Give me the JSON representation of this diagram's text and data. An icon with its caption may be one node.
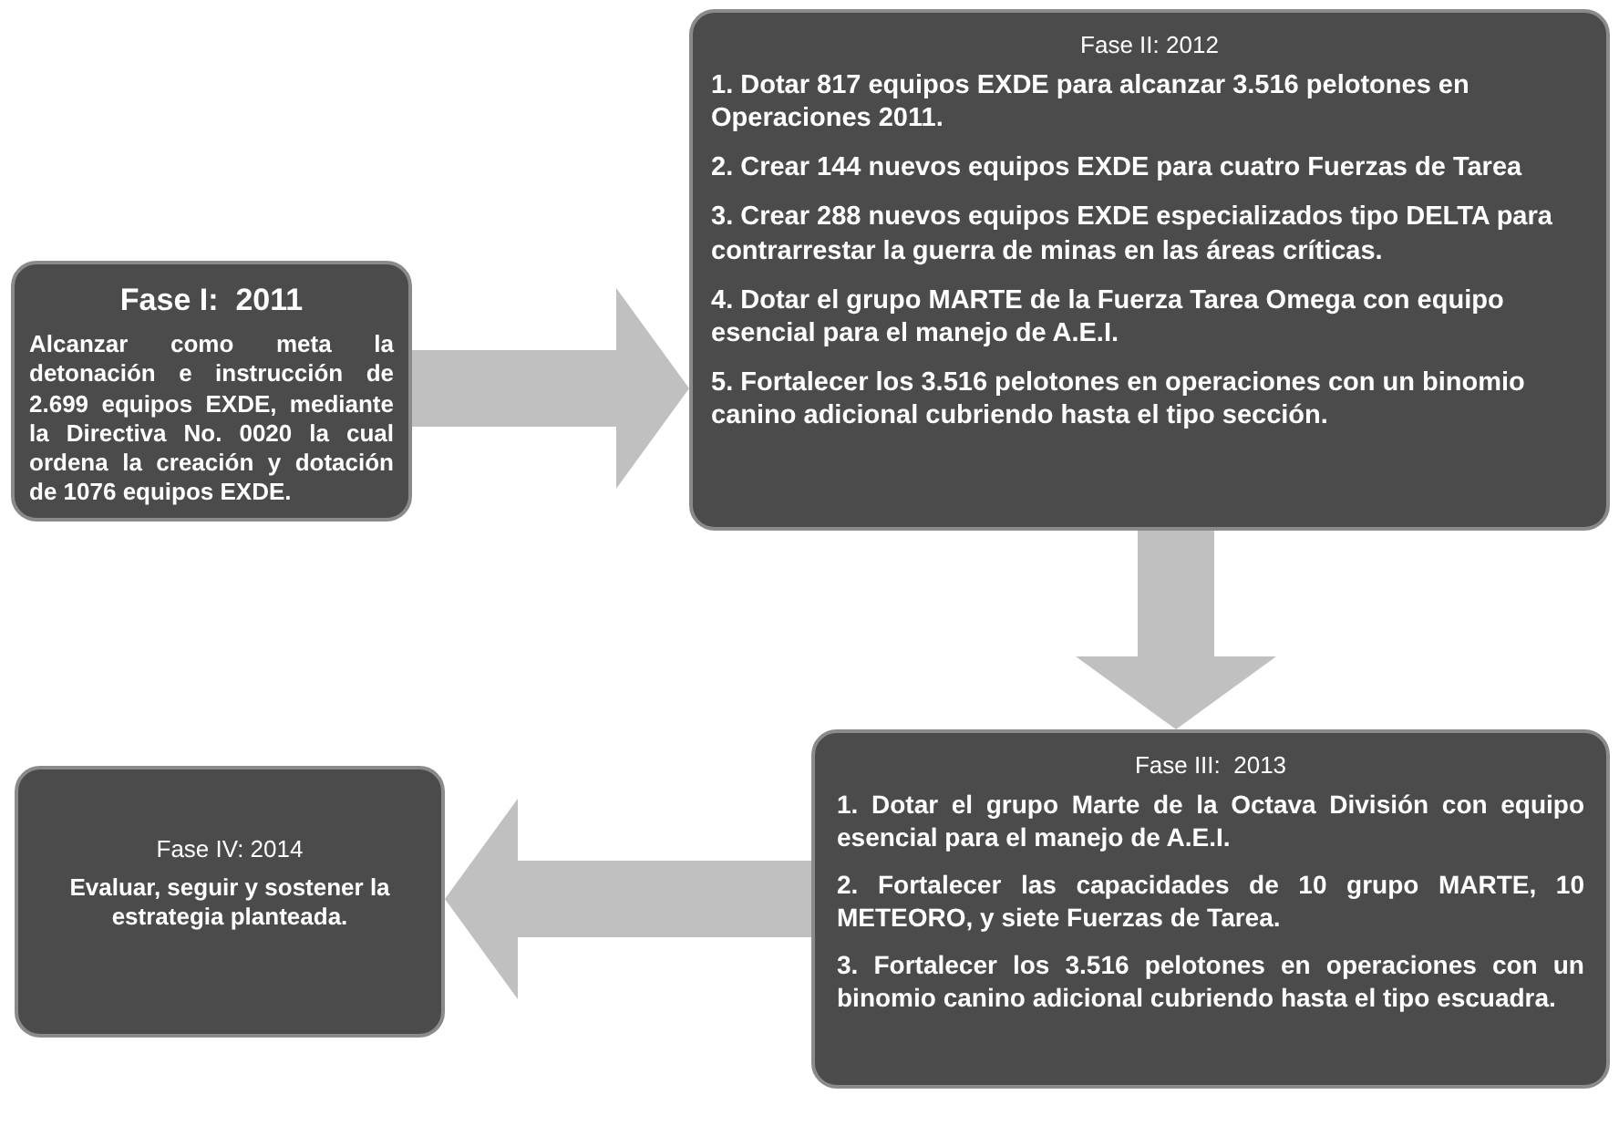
{
  "diagram": {
    "nodes": [
      {
        "text": [
          "Fase I:  2011",
          "Alcanzar como meta la detonación e instrucción de 2.699 equipos EXDE, mediante la Directiva No. 0020 la cual ordena la creación y dotación de 1076 equipos EXDE."
        ]
      },
      {
        "text": [
          "Fase II: 2012",
          "1. Dotar 817 equipos EXDE para alcanzar 3.516 pelotones en Operaciones 2011.",
          "2. Crear 144 nuevos equipos EXDE para cuatro Fuerzas de Tarea",
          "3. Crear 288 nuevos equipos EXDE especializados tipo DELTA para contrarrestar la guerra de minas en las áreas críticas.",
          "4. Dotar el grupo MARTE de la Fuerza Tarea Omega con equipo esencial para el manejo de A.E.I.",
          "5. Fortalecer los 3.516 pelotones en operaciones con un binomio canino adicional cubriendo hasta el tipo sección."
        ]
      },
      {
        "text": [
          "Fase III:  2013",
          "1. Dotar el grupo Marte de la Octava  División con equipo esencial para el manejo de A.E.I.",
          "2. Fortalecer las capacidades de 10 grupo MARTE, 10 METEORO, y siete Fuerzas de Tarea.",
          "3. Fortalecer  los 3.516 pelotones en operaciones con un binomio canino adicional cubriendo hasta el tipo escuadra."
        ]
      },
      {
        "text": [
          "Fase IV: 2014",
          "Evaluar, seguir y sostener la estrategia planteada."
        ]
      }
    ],
    "edges": [
      {
        "from": 0,
        "to": 1,
        "arrow": "to"
      },
      {
        "from": 1,
        "to": 2,
        "arrow": "to"
      },
      {
        "from": 2,
        "to": 3,
        "arrow": "to"
      }
    ]
  }
}
